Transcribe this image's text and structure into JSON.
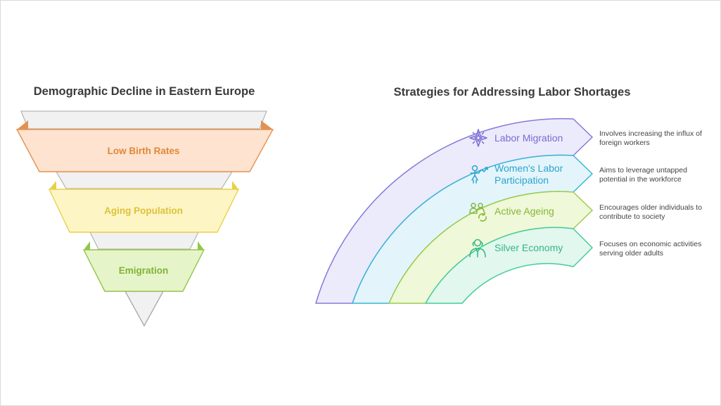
{
  "left": {
    "title": "Demographic Decline in Eastern Europe",
    "levels": [
      {
        "label": "Low Birth Rates",
        "fill": "#fde3d0",
        "stroke": "#e49150",
        "text": "#e08838"
      },
      {
        "label": "Aging Population",
        "fill": "#fdf5c4",
        "stroke": "#e9d04a",
        "text": "#dcc33a"
      },
      {
        "label": "Emigration",
        "fill": "#e6f4c9",
        "stroke": "#92c64a",
        "text": "#7fb434"
      }
    ]
  },
  "right": {
    "title": "Strategies for Addressing Labor Shortages",
    "strategies": [
      {
        "label_lines": [
          "Labor Migration"
        ],
        "icon": "star-compass-icon",
        "description_lines": [
          "Involves increasing the influx of",
          "foreign workers"
        ],
        "fill": "#ecebfb",
        "stroke": "#8878d8",
        "text": "#7a6ad4"
      },
      {
        "label_lines": [
          "Women's Labor",
          "Participation"
        ],
        "icon": "woman-growth-icon",
        "description_lines": [
          "Aims to leverage untapped",
          "potential in the workforce"
        ],
        "fill": "#e3f5fb",
        "stroke": "#3ab4d8",
        "text": "#2ca3cc"
      },
      {
        "label_lines": [
          "Active Ageing"
        ],
        "icon": "people-cycle-icon",
        "description_lines": [
          "Encourages older individuals to",
          "contribute to society"
        ],
        "fill": "#eff8d8",
        "stroke": "#9ccc4c",
        "text": "#86b63a"
      },
      {
        "label_lines": [
          "Silver Economy"
        ],
        "icon": "elder-person-icon",
        "description_lines": [
          "Focuses on economic activities",
          "serving older adults"
        ],
        "fill": "#e2f7ed",
        "stroke": "#44cc9a",
        "text": "#34b686"
      }
    ]
  }
}
